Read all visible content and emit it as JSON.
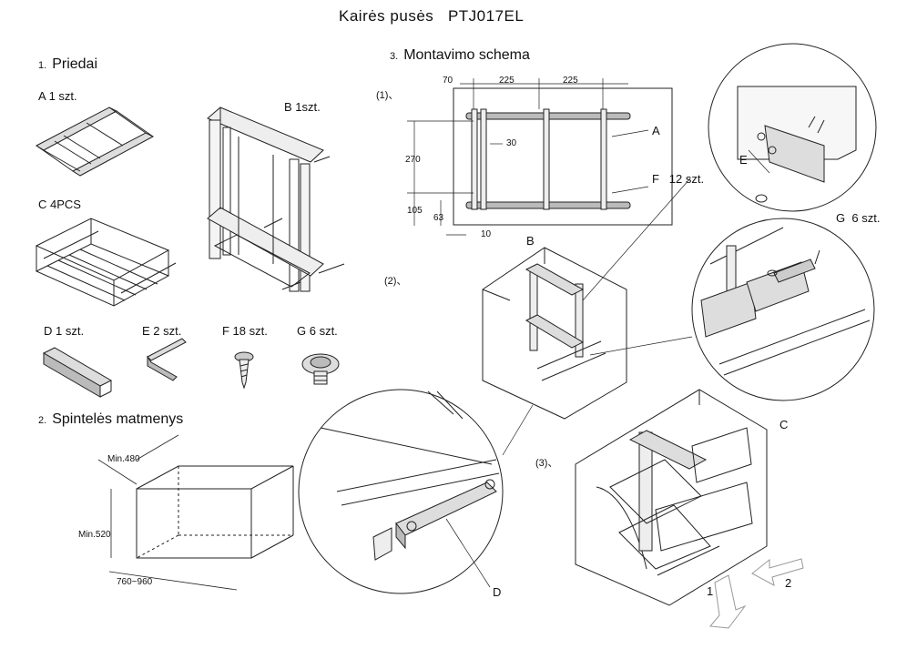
{
  "title": {
    "side": "Kairės pusės",
    "model": "PTJ017EL"
  },
  "sections": {
    "accessories": {
      "num": "1.",
      "label": "Priedai"
    },
    "cabinet": {
      "num": "2.",
      "label": "Spintelės matmenys"
    },
    "scheme": {
      "num": "3.",
      "label": "Montavimo schema"
    }
  },
  "parts": {
    "A": "A   1 szt.",
    "B": "B   1szt.",
    "C": "C   4PCS",
    "D": "D   1 szt.",
    "E": "E   2 szt.",
    "F": "F   18 szt.",
    "G": "G   6 szt."
  },
  "cabinet_dims": {
    "depth": "Min.480",
    "height": "Min.520",
    "width": "760~960"
  },
  "scheme_dims": {
    "d70": "70",
    "d225a": "225",
    "d225b": "225",
    "d30": "30",
    "d270": "270",
    "d105": "105",
    "d63": "63",
    "d10": "10"
  },
  "steps": {
    "s1": "(1)、",
    "s2": "(2)、",
    "s3": "(3)、"
  },
  "callouts": {
    "A": "A",
    "F": "F",
    "F_qty": "12 szt.",
    "B": "B",
    "E": "E",
    "G": "G",
    "G_qty": "6 szt.",
    "C": "C",
    "D": "D",
    "arrow1": "1",
    "arrow2": "2"
  }
}
